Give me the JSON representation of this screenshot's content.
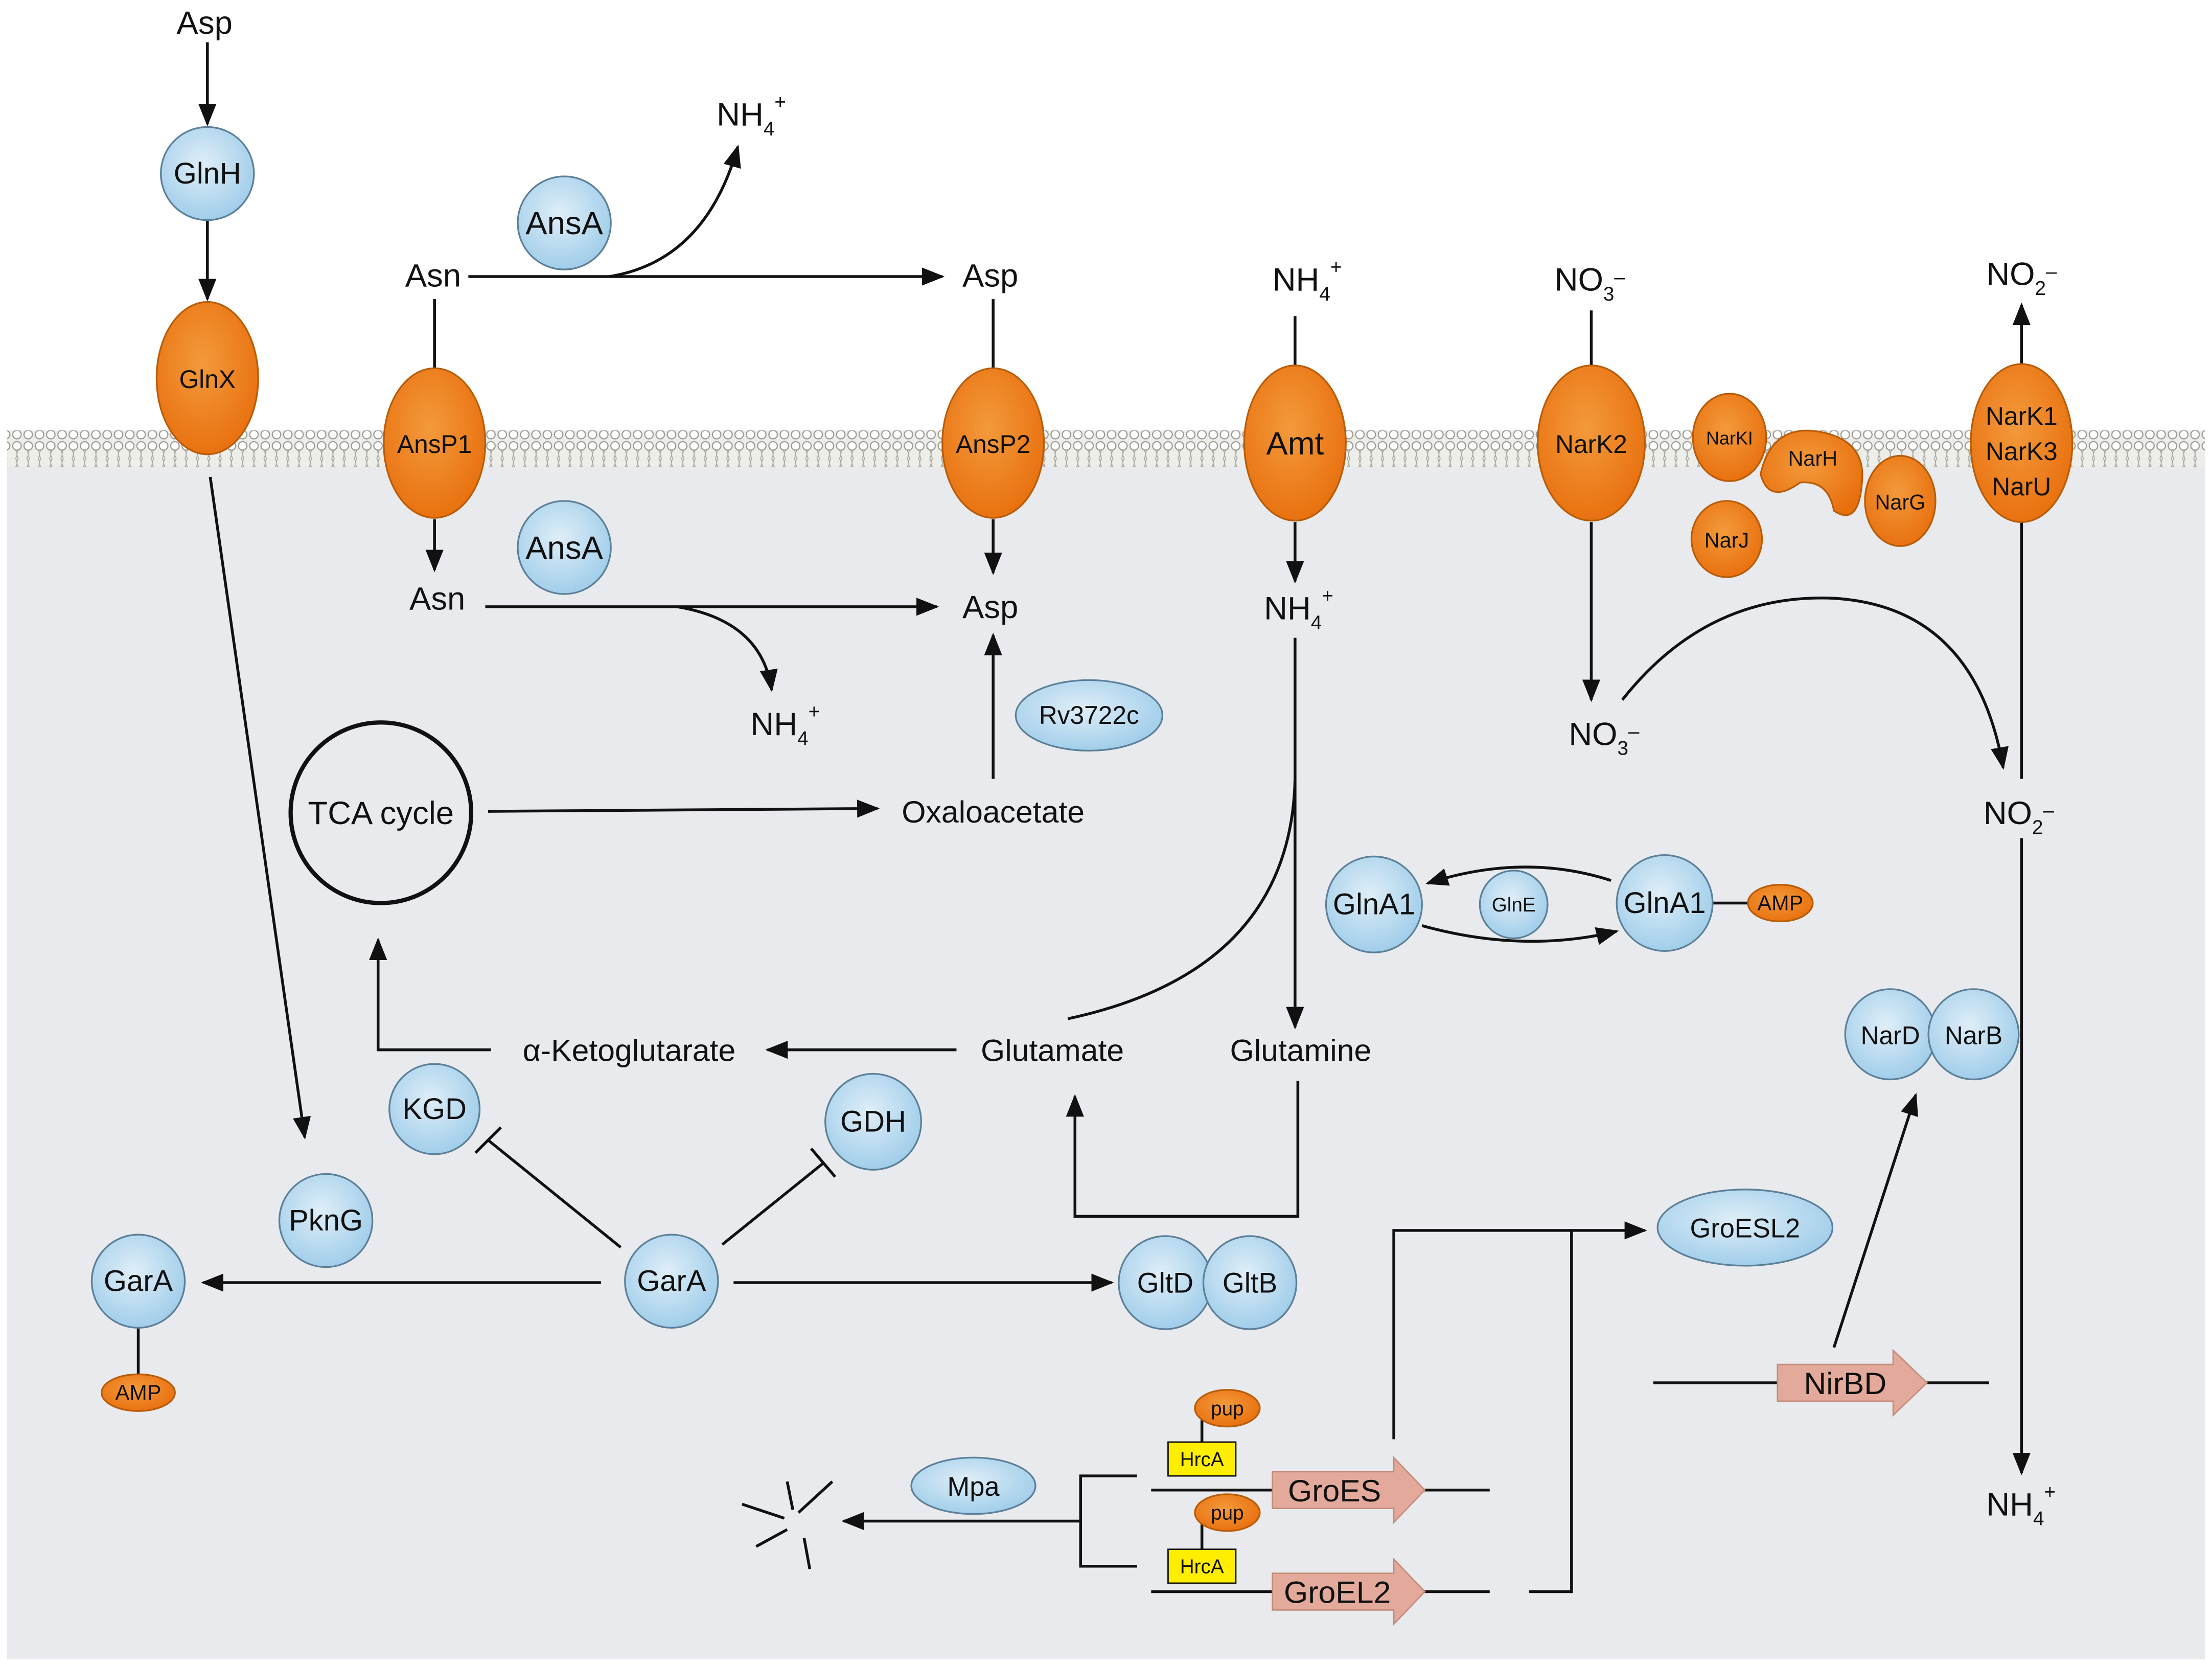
{
  "colors": {
    "orange_fill": "#f07c16",
    "orange_stroke": "#b85c08",
    "blue_fill": "#acd4ee",
    "blue_stroke": "#5c7f98",
    "cytoplasm": "#e8eaed",
    "membrane": "#c8c8c0",
    "gene_arrow": "#e3aa9b",
    "hrca_box": "#ffee00",
    "line": "#111111"
  },
  "extracellular": {
    "asp_top": "Asp",
    "asn": "Asn",
    "asp_right": "Asp",
    "nh4_out": "NH",
    "nh4_out_sub": "4",
    "nh4_out_sup": "+",
    "nh4_amt": "NH",
    "nh4_amt_sub": "4",
    "nh4_amt_sup": "+",
    "no3_out": "NO",
    "no3_out_sub": "3",
    "no3_out_sup": "–",
    "no2_out": "NO",
    "no2_out_sub": "2",
    "no2_out_sup": "–"
  },
  "proteins": {
    "glnh": "GlnH",
    "ansa_top": "AnsA",
    "ansa_bottom": "AnsA",
    "rv3722c": "Rv3722c",
    "glna1_left": "GlnA1",
    "glne": "GlnE",
    "glna1_right": "GlnA1",
    "amp_glna1": "AMP",
    "nard": "NarD",
    "narb": "NarB",
    "kgd": "KGD",
    "gdh": "GDH",
    "pkng": "PknG",
    "gara_left": "GarA",
    "amp_gara": "AMP",
    "gara_center": "GarA",
    "gltd": "GltD",
    "gltb": "GltB",
    "groesl2": "GroESL2",
    "mpa": "Mpa",
    "pup_1": "pup",
    "pup_2": "pup",
    "hrca_1": "HrcA",
    "hrca_2": "HrcA"
  },
  "transporters": {
    "glnx": "GlnX",
    "ansp1": "AnsP1",
    "ansp2": "AnsP2",
    "amt": "Amt",
    "nark2": "NarK2",
    "narki": "NarKI",
    "narh": "NarH",
    "narj": "NarJ",
    "narg": "NarG",
    "nark1": "NarK1",
    "nark3": "NarK3",
    "naru": "NarU"
  },
  "intracellular": {
    "asn_in": "Asn",
    "asp_in": "Asp",
    "nh4_asn": "NH",
    "nh4_asn_sub": "4",
    "nh4_asn_sup": "+",
    "nh4_in": "NH",
    "nh4_in_sub": "4",
    "nh4_in_sup": "+",
    "no3_in": "NO",
    "no3_in_sub": "3",
    "no3_in_sup": "–",
    "no2_in": "NO",
    "no2_in_sub": "2",
    "no2_in_sup": "–",
    "nh4_bottom": "NH",
    "nh4_bottom_sub": "4",
    "nh4_bottom_sup": "+",
    "tca": "TCA cycle",
    "oxaloacetate": "Oxaloacetate",
    "akg": "α-Ketoglutarate",
    "glutamate": "Glutamate",
    "glutamine": "Glutamine"
  },
  "genes": {
    "groes": "GroES",
    "groel2": "GroEL2",
    "nirbd": "NirBD"
  }
}
